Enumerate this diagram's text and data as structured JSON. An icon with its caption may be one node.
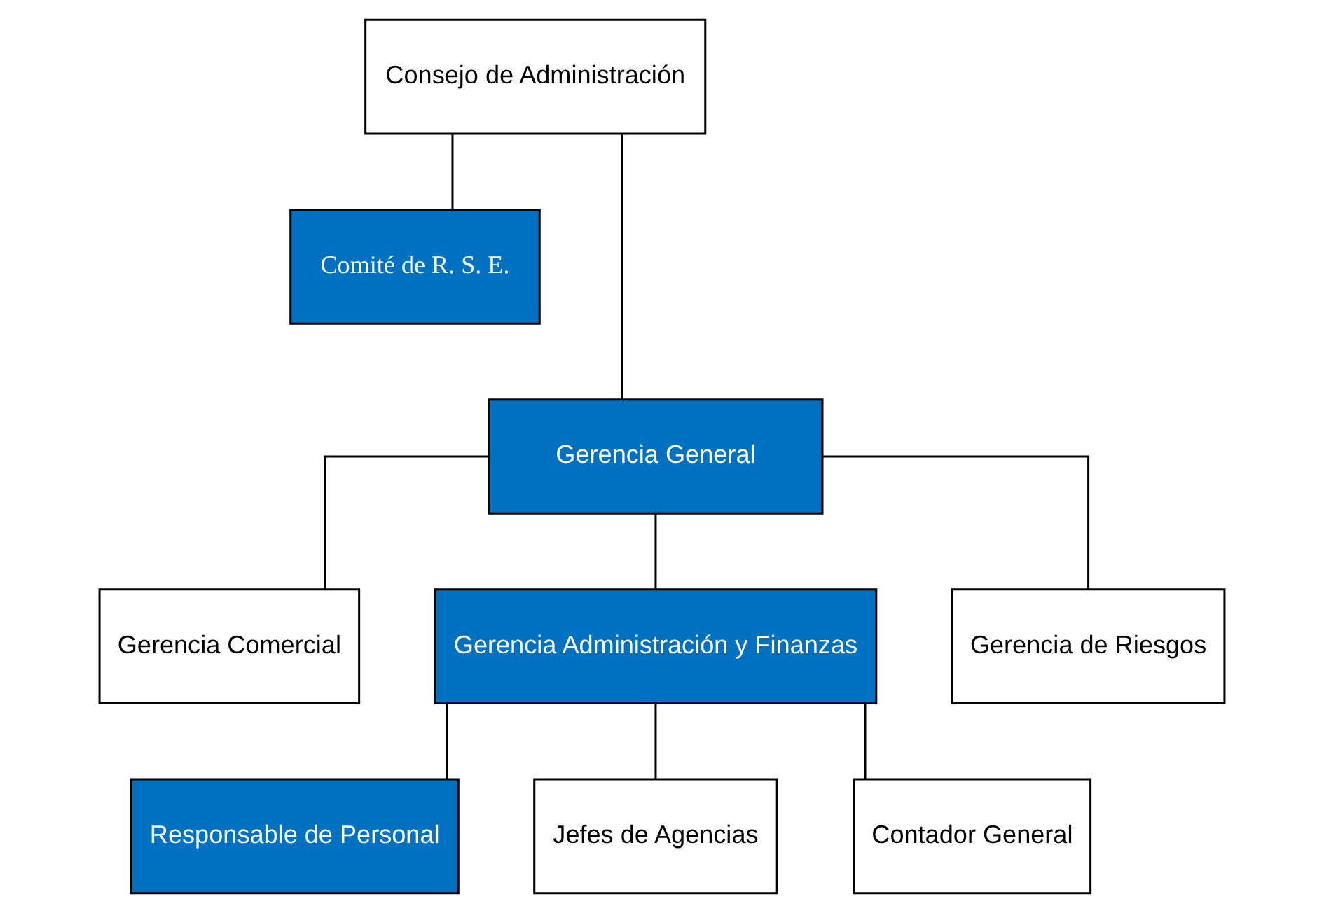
{
  "diagram": {
    "nodes": [
      {
        "text": [
          "Consejo de Administración"
        ]
      },
      {
        "text": [
          "Comité de R. S. E."
        ]
      },
      {
        "text": [
          "Gerencia General"
        ]
      },
      {
        "text": [
          "Gerencia Comercial"
        ]
      },
      {
        "text": [
          "Gerencia Administración y Finanzas"
        ]
      },
      {
        "text": [
          "Gerencia de Riesgos"
        ]
      },
      {
        "text": [
          "Responsable de Personal"
        ]
      },
      {
        "text": [
          "Jefes de Agencias"
        ]
      },
      {
        "text": [
          "Contador General"
        ]
      }
    ],
    "edges": [
      {
        "from": 0,
        "to": 1,
        "arrow": "none"
      },
      {
        "from": 0,
        "to": 2,
        "arrow": "none"
      },
      {
        "from": 2,
        "to": 3,
        "arrow": "none"
      },
      {
        "from": 2,
        "to": 4,
        "arrow": "none"
      },
      {
        "from": 2,
        "to": 5,
        "arrow": "none"
      },
      {
        "from": 4,
        "to": 6,
        "arrow": "none"
      },
      {
        "from": 4,
        "to": 7,
        "arrow": "none"
      },
      {
        "from": 4,
        "to": 8,
        "arrow": "none"
      }
    ]
  }
}
